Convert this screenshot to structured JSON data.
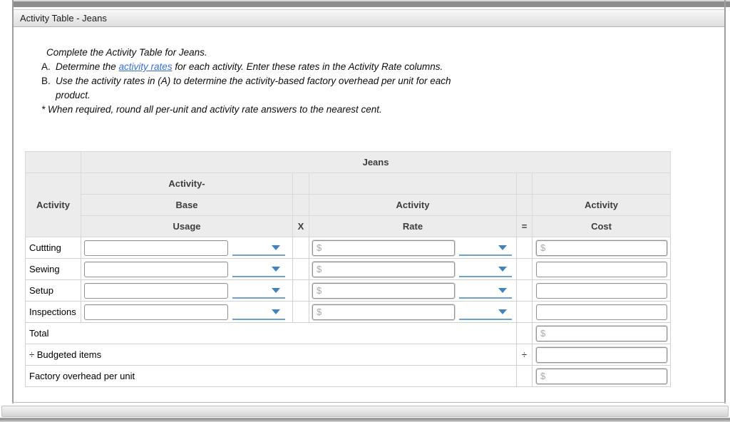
{
  "window": {
    "title": "Activity Table - Jeans"
  },
  "instructions": {
    "intro": "Complete the Activity Table for Jeans.",
    "item_a": {
      "marker": "A.",
      "before_link": "Determine the ",
      "link_text": "activity rates",
      "after_link": " for each activity. Enter these rates in the Activity Rate columns."
    },
    "item_b": {
      "marker": "B.",
      "line1": "Use the activity rates in (A) to determine the activity-based factory overhead per unit for each",
      "line2": "product."
    },
    "note": "* When required, round all per-unit and activity rate answers to the nearest cent."
  },
  "table": {
    "product_header": "Jeans",
    "activity_col_header": "Activity",
    "usage_header_line1": "Activity-",
    "usage_header_line2": "Base",
    "usage_header_line3": "Usage",
    "rate_header_line1": "Activity",
    "rate_header_line2": "Rate",
    "cost_header_line1": "Activity",
    "cost_header_line2": "Cost",
    "multiply_symbol": "X",
    "equals_symbol": "=",
    "divide_symbol": "÷",
    "currency_symbol": "$",
    "rows": [
      {
        "label": "Cuttting",
        "usage_value": "",
        "rate_prefix": "$",
        "cost_prefix": "$"
      },
      {
        "label": "Sewing",
        "usage_value": "",
        "rate_prefix": "$",
        "cost_prefix": ""
      },
      {
        "label": "Setup",
        "usage_value": "",
        "rate_prefix": "$",
        "cost_prefix": ""
      },
      {
        "label": "Inspections",
        "usage_value": "",
        "rate_prefix": "$",
        "cost_prefix": ""
      }
    ],
    "summary_rows": [
      {
        "label": "Total",
        "operator": "",
        "cost_prefix": "$"
      },
      {
        "label": "÷ Budgeted items",
        "operator": "÷",
        "cost_prefix": ""
      },
      {
        "label": "Factory overhead per unit",
        "operator": "",
        "cost_prefix": "$"
      }
    ]
  }
}
